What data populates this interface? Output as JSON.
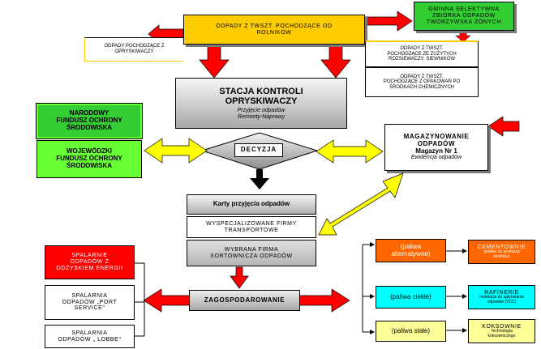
{
  "top": {
    "center": [
      "ODPADY Z TWSZT. POCHODZĄCE OD",
      "ROLNIKÓW"
    ],
    "left": [
      "ODPADY POCHODZĄCE Z",
      "OPRYSKIWACZY"
    ],
    "right_top": [
      "GMINNA SELEKTYWNA",
      "ZBIÓRKA ODPADÓW",
      "TWORZYWSKA ZONYCH"
    ],
    "right_mid": [
      "ODPADY Z TWSZT.",
      "POCHODZĄCE ZE ZUŻYTYCH",
      "ROZSIEWACZY, SIEWNIKÓW"
    ],
    "right_bot": [
      "ODPADY Z TWSZT.",
      "POCHODZĄCE Z OPAKOWAŃ PO",
      "ŚRODKACH CHEMICZNYCH"
    ]
  },
  "station": {
    "title": [
      "STACJA KONTROLI",
      "OPRYSKIWACZY"
    ],
    "sub": [
      "Przyjęcie odpadów",
      "Remonty-Naprawy"
    ]
  },
  "funds": {
    "national": [
      "NARODOWY",
      "FUNDUSZ OCHRONY",
      "ŚRODOWISKA"
    ],
    "regional": [
      "WOJEWÓDZKI",
      "FUNDUSZ OCHRONY",
      "ŚRODOWISKA"
    ]
  },
  "decision": "DECYZJA",
  "storage": {
    "title": [
      "MAGAZYNOWANIE",
      "ODPADÓW",
      "Magazyn Nr 1"
    ],
    "sub": "Ewidencja odpadów"
  },
  "cards": {
    "title": "Karty przyjęcia odpadów",
    "firms": [
      "WYSPECJALIZOWANE FIRMY",
      "TRANSPORTOWE"
    ],
    "sorting": [
      "WYBRANA FIRMA",
      "SORTOWNICZA ODPADÓW"
    ]
  },
  "management": "ZAGOSPODAROWANIE",
  "left_out": {
    "energy": [
      "SPALARNIE",
      "ODPADÓW Z",
      "ODZYSKIEM ENERGII"
    ],
    "port": [
      "SPALARNIA",
      "ODPADÓW „PORT",
      "SERVICE\""
    ],
    "lobbe": [
      "SPALARNIA",
      "ODPADÓW „ LOBBE\""
    ]
  },
  "right_out": {
    "alt": [
      "(paliwa",
      "alternatywne)"
    ],
    "liquid": "(paliwa ciekłe)",
    "solid": "(paliwa stałe)",
    "cement": [
      "CEMENTOWNIE",
      "(paliwo do produkcji",
      "klinkieru)"
    ],
    "refinery": [
      "RAFINERIE",
      "Instalacja do upłynniania",
      "odpadów (VCC)"
    ],
    "coke": [
      "KOKSOWNIE",
      "Technologia",
      "koksowniczego"
    ]
  },
  "colors": {
    "orange": "#ffcc00",
    "red": "#ff0000",
    "green": "#33cc33",
    "lime": "#66ff33",
    "yellow": "#ffff66",
    "cyan": "#00ffff",
    "lt_yellow": "#ffff99",
    "gray": "#c8c8c8",
    "dk_orange": "#ff6600"
  }
}
